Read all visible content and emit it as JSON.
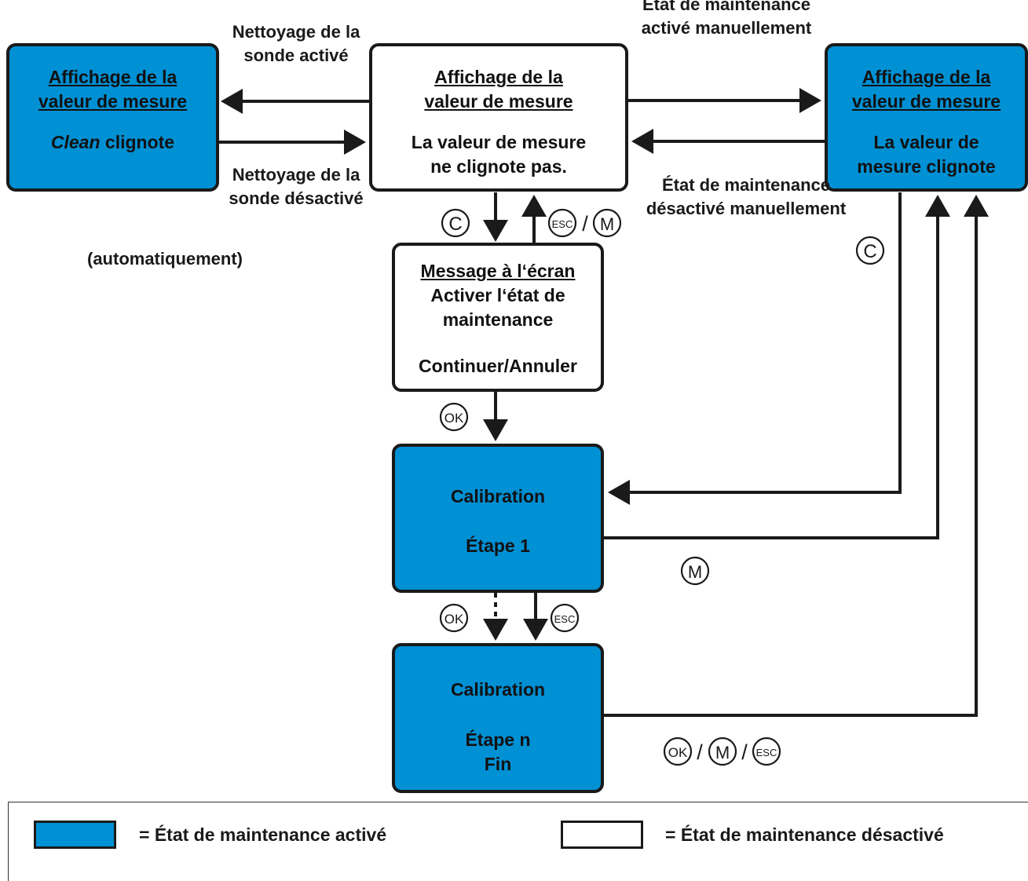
{
  "colors": {
    "maintenance_active": "#0090d4",
    "maintenance_inactive": "#ffffff",
    "stroke": "#1a1a1a"
  },
  "boxes": {
    "left": {
      "title1": "Affichage de la",
      "title2": "valeur de mesure",
      "clean": "Clean",
      "clean_rest": " clignote"
    },
    "center": {
      "title1": "Affichage de la",
      "title2": "valeur de mesure",
      "line1": "La valeur de mesure",
      "line2": "ne clignote pas."
    },
    "right": {
      "title1": "Affichage de la",
      "title2": "valeur de mesure",
      "line1": "La valeur de",
      "line2": "mesure clignote"
    },
    "message": {
      "title": "Message à l‘écran",
      "line1": "Activer l‘état de",
      "line2": "maintenance",
      "line3": "Continuer/Annuler"
    },
    "cal1": {
      "line1": "Calibration",
      "line2": "Étape 1"
    },
    "caln": {
      "line1": "Calibration",
      "line2": "Étape n",
      "line3": "Fin"
    }
  },
  "labels": {
    "clean_on": [
      "Nettoyage",
      "de la sonde",
      "activé"
    ],
    "clean_off": [
      "Nettoyage",
      "de la sonde",
      "désactivé"
    ],
    "auto": "(automatiquement)",
    "maint_on": [
      "État de",
      "maintenance activé",
      "manuellement"
    ],
    "maint_off": [
      "État de",
      "maintenance désactivé",
      "manuellement"
    ]
  },
  "keys": {
    "c": "C",
    "esc": "ESC",
    "m": "M",
    "ok": "OK",
    "slash": "/"
  },
  "legend": {
    "active": "= État de maintenance activé",
    "inactive": "= État de maintenance désactivé"
  }
}
